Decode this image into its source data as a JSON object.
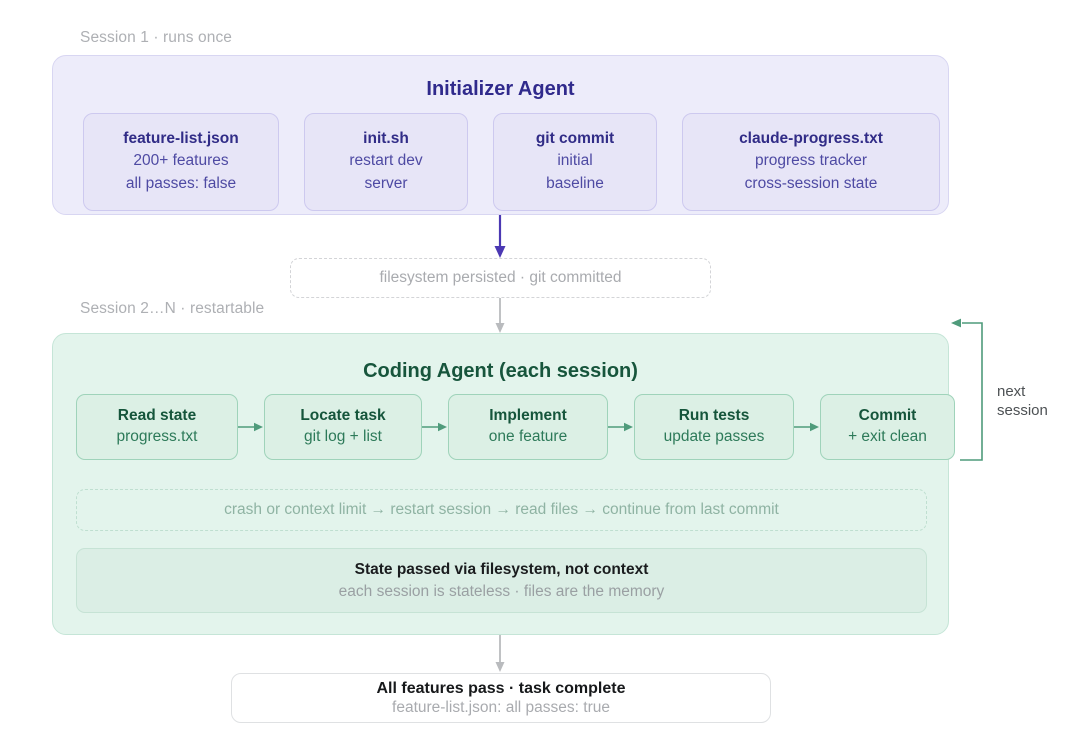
{
  "captions": {
    "session1": "Session 1 · runs once",
    "session2": "Session 2…N · restartable"
  },
  "initializer": {
    "title": "Initializer Agent",
    "cards": [
      {
        "title": "feature-list.json",
        "line1": "200+ features",
        "line2": "all passes: false"
      },
      {
        "title": "init.sh",
        "line1": "restart dev",
        "line2": "server"
      },
      {
        "title": "git commit",
        "line1": "initial",
        "line2": "baseline"
      },
      {
        "title": "claude-progress.txt",
        "line1": "progress tracker",
        "line2": "cross-session state"
      }
    ]
  },
  "persist_note": "filesystem persisted · git committed",
  "coding": {
    "title": "Coding Agent (each session)",
    "steps": [
      {
        "title": "Read state",
        "sub": "progress.txt"
      },
      {
        "title": "Locate task",
        "sub": "git log + list"
      },
      {
        "title": "Implement",
        "sub": "one feature"
      },
      {
        "title": "Run tests",
        "sub": "update passes"
      },
      {
        "title": "Commit",
        "sub": "+ exit clean"
      }
    ],
    "crash_row": "crash or context limit → restart session → read files → continue from last commit",
    "state_panel": {
      "title": "State passed via filesystem, not context",
      "sub": "each session is stateless · files are the memory"
    },
    "loop_label_line1": "next",
    "loop_label_line2": "session"
  },
  "final": {
    "title": "All features pass · task complete",
    "sub": "feature-list.json: all passes: true"
  },
  "colors": {
    "indigo_panel_bg": "#edecfa",
    "indigo_panel_border": "#d8d6f2",
    "indigo_title": "#302a8c",
    "indigo_arrow": "#4b38b3",
    "green_panel_bg": "#e3f4ec",
    "green_panel_border": "#c5e5d7",
    "green_title": "#17553c",
    "green_arrow": "#4f9b7b",
    "gray_arrow": "#b9bbbe",
    "muted_text": "#aeb0b4"
  }
}
